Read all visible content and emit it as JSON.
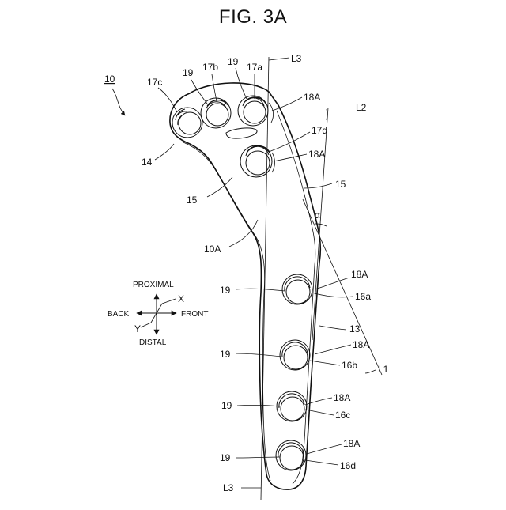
{
  "figure": {
    "title": "FIG. 3A",
    "main_ref": "10",
    "body_ref": "10A"
  },
  "refs": {
    "r17a": "17a",
    "r17b": "17b",
    "r17c": "17c",
    "r17d": "17d",
    "r19": "19",
    "r18A": "18A",
    "r14": "14",
    "r15": "15",
    "r13": "13",
    "r16a": "16a",
    "r16b": "16b",
    "r16c": "16c",
    "r16d": "16d",
    "L1": "L1",
    "L2": "L2",
    "L3": "L3",
    "alpha": "α"
  },
  "directions": {
    "proximal": "PROXIMAL",
    "distal": "DISTAL",
    "back": "BACK",
    "front": "FRONT",
    "x": "X",
    "y": "Y"
  }
}
